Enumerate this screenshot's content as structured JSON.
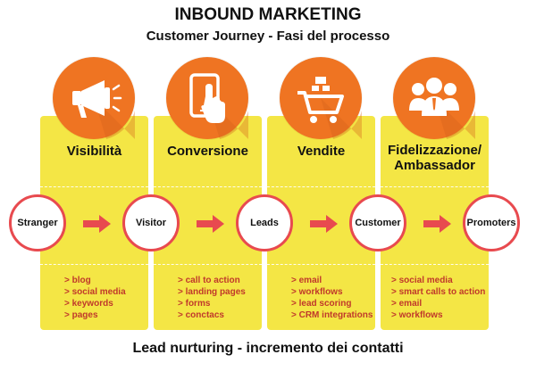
{
  "header": {
    "title": "INBOUND MARKETING",
    "subtitle": "Customer Journey - Fasi del processo"
  },
  "footer": {
    "text": "Lead nurturing - incremento dei contatti"
  },
  "colors": {
    "column_fill": "#f4e645",
    "icon_circle": "#ef7422",
    "node_border": "#e84a4f",
    "arrow": "#e84a4f",
    "list_text": "#c0392b"
  },
  "stages": [
    {
      "label": "Visibilità",
      "icon": "megaphone-icon",
      "items": [
        "> blog",
        "> social media",
        "> keywords",
        "> pages"
      ]
    },
    {
      "label": "Conversione",
      "icon": "tablet-touch-icon",
      "items": [
        "> call to action",
        "> landing pages",
        "> forms",
        "> conctacs"
      ]
    },
    {
      "label": "Vendite",
      "icon": "shopping-cart-icon",
      "items": [
        "> email",
        "> workflows",
        "> lead scoring",
        "> CRM integrations"
      ]
    },
    {
      "label_line1": "Fidelizzazione/",
      "label_line2": "Ambassador",
      "icon": "people-group-icon",
      "items": [
        "> social media",
        "> smart calls to action",
        "> email",
        "> workflows"
      ]
    }
  ],
  "nodes": [
    "Stranger",
    "Visitor",
    "Leads",
    "Customer",
    "Promoters"
  ]
}
